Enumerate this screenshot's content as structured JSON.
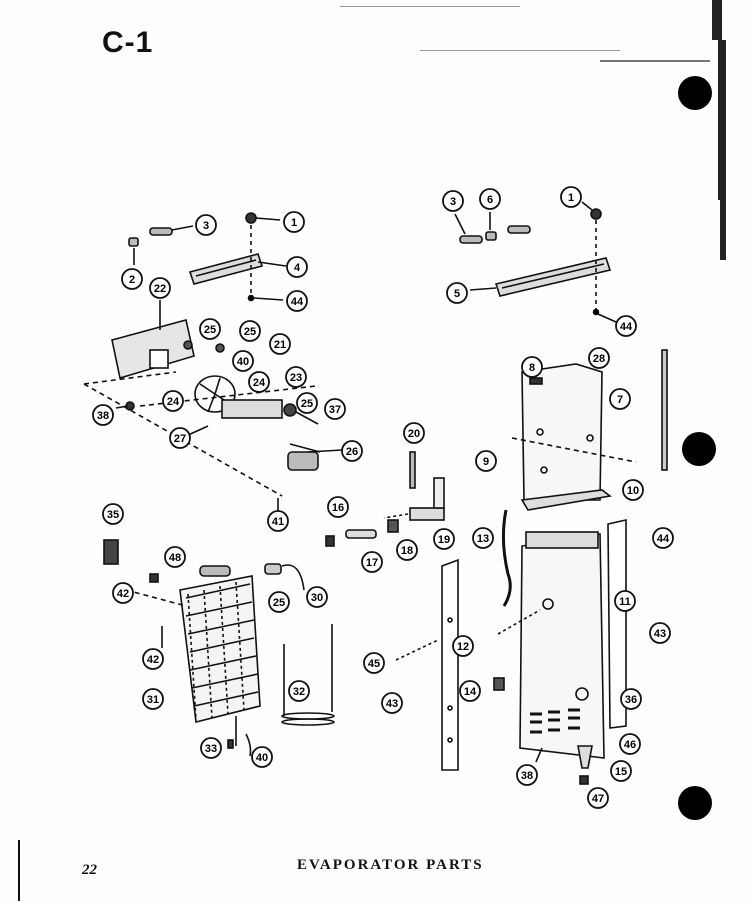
{
  "sheet_id": "C-1",
  "page_number": "22",
  "title": "EVAPORATOR PARTS",
  "callouts": {
    "c1a": "1",
    "c3a": "3",
    "c2": "2",
    "c4": "4",
    "c44a": "44",
    "c3b": "3",
    "c6a": "6",
    "c1b": "1",
    "c5": "5",
    "c44b": "44",
    "c22": "22",
    "c25a": "25",
    "c25b": "25",
    "c40a": "40",
    "c21": "21",
    "c24a": "24",
    "c24b": "24",
    "c23": "23",
    "c25c": "25",
    "c37": "37",
    "c38a": "38",
    "c27": "27",
    "c26": "26",
    "c41": "41",
    "c28": "28",
    "c8": "8",
    "c7": "7",
    "c9": "9",
    "c10": "10",
    "c20": "20",
    "c35": "35",
    "c48": "48",
    "c42a": "42",
    "c42b": "42",
    "c25d": "25",
    "c30": "30",
    "c31": "31",
    "c32": "32",
    "c33": "33",
    "c40b": "40",
    "c16": "16",
    "c18": "18",
    "c19": "19",
    "c17": "17",
    "c13": "13",
    "c44c": "44",
    "c11": "11",
    "c12": "12",
    "c45": "45",
    "c43a": "43",
    "c43b": "43",
    "c14": "14",
    "c36": "36",
    "c46": "46",
    "c15": "15",
    "c38b": "38",
    "c47": "47"
  }
}
